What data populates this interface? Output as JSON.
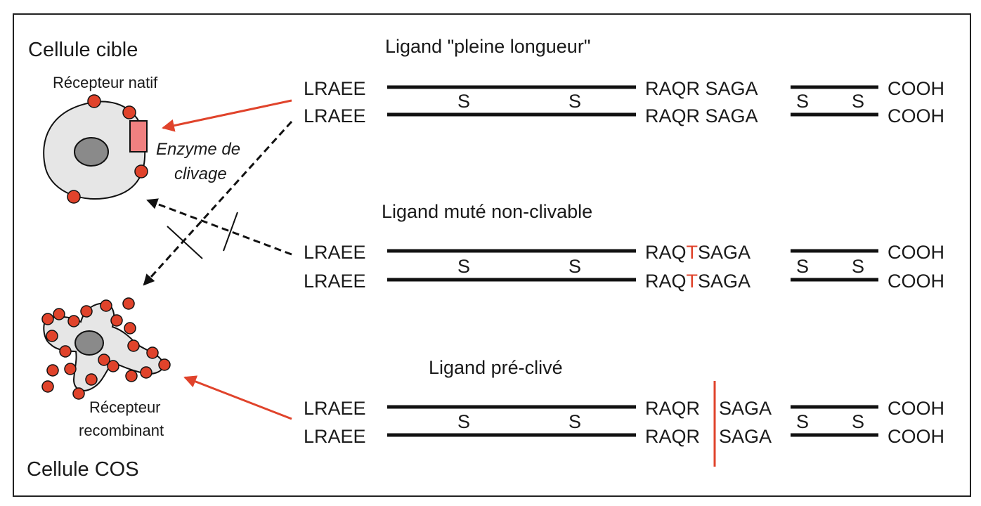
{
  "colors": {
    "accent_red": "#e0432b",
    "cell_fill": "#e6e6e6",
    "nucleus_fill": "#8a8a8a",
    "line_black": "#111111",
    "enzyme_fill": "#f08080"
  },
  "left": {
    "target_cell_title": "Cellule cible",
    "native_receptor_label": "Récepteur natif",
    "enzyme_label_line1": "Enzyme de",
    "enzyme_label_line2": "clivage",
    "recombinant_label_line1": "Récepteur",
    "recombinant_label_line2": "recombinant",
    "cos_cell_title": "Cellule COS"
  },
  "ligands": {
    "full_length": {
      "title": "Ligand \"pleine longueur\"",
      "strand1": {
        "n_term": "LRAEE",
        "mid": "RAQR SAGA",
        "c_term": "COOH"
      },
      "strand2": {
        "n_term": "LRAEE",
        "mid": "RAQR SAGA",
        "c_term": "COOH"
      },
      "bond_s": "S"
    },
    "mutant": {
      "title": "Ligand muté non-clivable",
      "strand1": {
        "n_term": "LRAEE",
        "mid_pre": "RAQ",
        "mutation": "T",
        "mid_post": "SAGA",
        "c_term": "COOH"
      },
      "strand2": {
        "n_term": "LRAEE",
        "mid_pre": "RAQ",
        "mutation": "T",
        "mid_post": "SAGA",
        "c_term": "COOH"
      },
      "bond_s": "S"
    },
    "precleaved": {
      "title": "Ligand pré-clivé",
      "strand1": {
        "n_term": "LRAEE",
        "mid_pre": "RAQR",
        "mid_post": "SAGA",
        "c_term": "COOH"
      },
      "strand2": {
        "n_term": "LRAEE",
        "mid_pre": "RAQR",
        "mid_post": "SAGA",
        "c_term": "COOH"
      },
      "bond_s": "S"
    }
  }
}
